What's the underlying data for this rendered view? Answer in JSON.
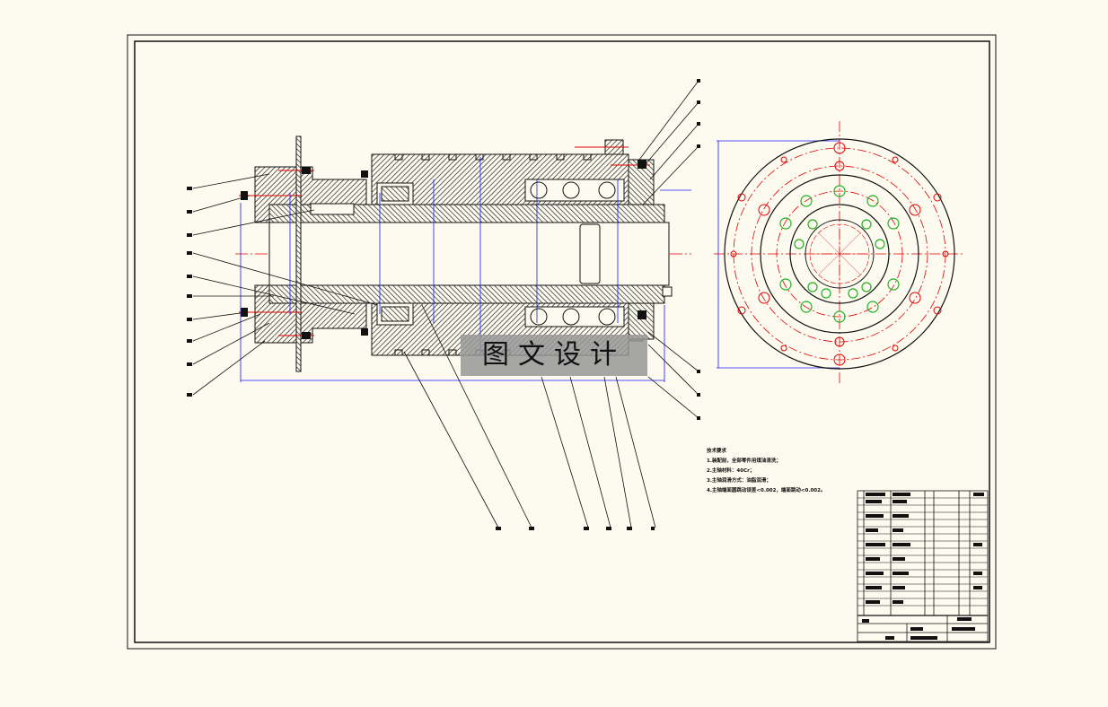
{
  "watermark": "图文设计",
  "tech_notes": {
    "title": "技术要求",
    "items": [
      "1.装配前，全部零件用煤油清洗；",
      "2.主轴材料：40Cr；",
      "3.主轴润滑方式：油脂润滑；",
      "4.主轴端面圆跳动误差<0.002，端面跳动<0.002。"
    ]
  },
  "colors": {
    "paper": "#fdfbef",
    "outline": "#111111",
    "dimension": "#1a1aff",
    "centerline": "#e00000",
    "bolt_circle": "#e00000",
    "green_holes": "#20b020"
  }
}
